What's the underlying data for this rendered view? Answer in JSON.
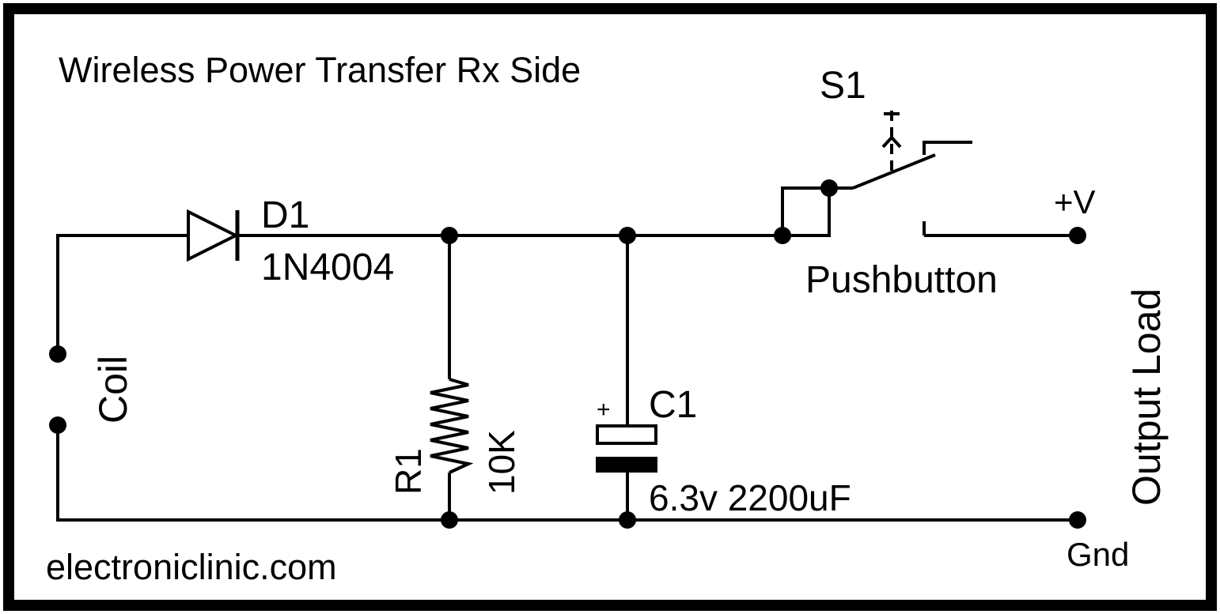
{
  "title": "Wireless Power Transfer Rx Side",
  "footer": "electroniclinic.com",
  "colors": {
    "ink": "#000000",
    "background": "#ffffff"
  },
  "components": {
    "diode": {
      "ref": "D1",
      "value": "1N4004"
    },
    "resistor": {
      "ref": "R1",
      "value": "10K"
    },
    "capacitor": {
      "ref": "C1",
      "value": "6.3v 2200uF",
      "polarity": "+"
    },
    "switch": {
      "ref": "S1",
      "type": "Pushbutton"
    }
  },
  "labels": {
    "coil": "Coil",
    "output_load": "Output Load",
    "positive": "+V",
    "ground": "Gnd"
  }
}
